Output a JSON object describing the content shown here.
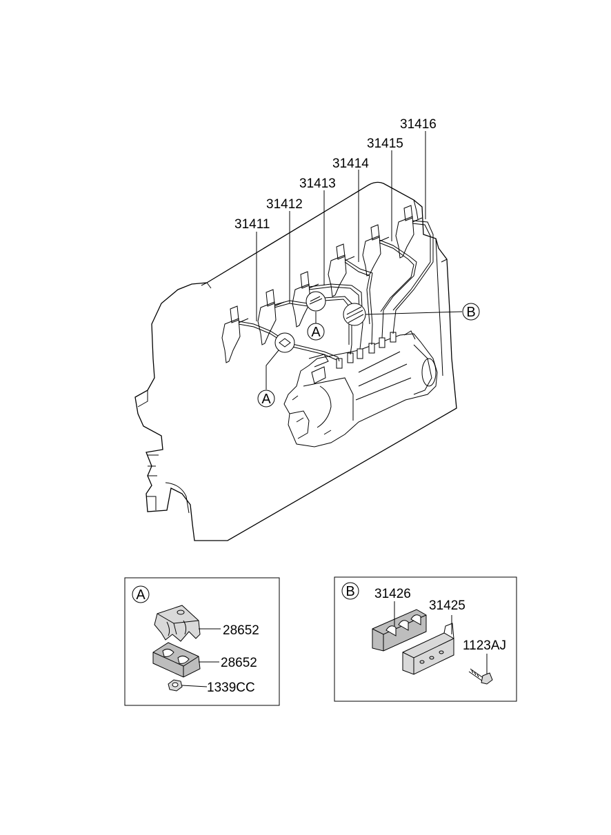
{
  "main_labels": {
    "p31411": "31411",
    "p31412": "31412",
    "p31413": "31413",
    "p31414": "31414",
    "p31415": "31415",
    "p31416": "31416"
  },
  "callouts": {
    "a_upper": "A",
    "a_lower": "A",
    "b_main": "B"
  },
  "detail_a": {
    "letter": "A",
    "upper_clamp": "28652",
    "lower_clamp": "28652",
    "nut": "1339CC"
  },
  "detail_b": {
    "letter": "B",
    "left_clamp": "31426",
    "right_clamp": "31425",
    "bolt": "1123AJ"
  }
}
